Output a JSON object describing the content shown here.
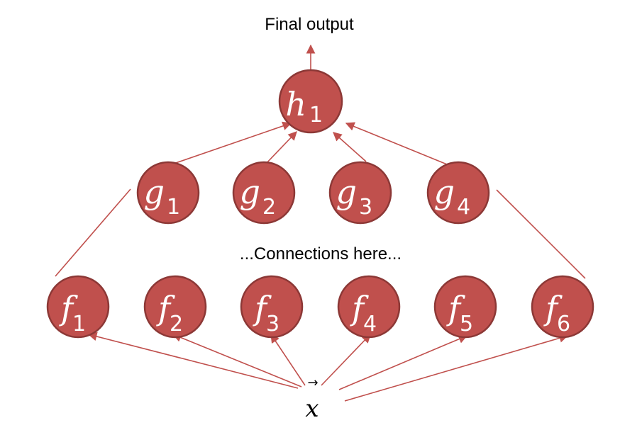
{
  "diagram": {
    "title": "Final output",
    "middle_note": "...Connections here...",
    "input": {
      "symbol": "x",
      "arrow": "→"
    },
    "nodes": {
      "h1": {
        "letter": "h",
        "sub": "1"
      },
      "g1": {
        "letter": "g",
        "sub": "1"
      },
      "g2": {
        "letter": "g",
        "sub": "2"
      },
      "g3": {
        "letter": "g",
        "sub": "3"
      },
      "g4": {
        "letter": "g",
        "sub": "4"
      },
      "f1": {
        "letter": "f",
        "sub": "1"
      },
      "f2": {
        "letter": "f",
        "sub": "2"
      },
      "f3": {
        "letter": "f",
        "sub": "3"
      },
      "f4": {
        "letter": "f",
        "sub": "4"
      },
      "f5": {
        "letter": "f",
        "sub": "5"
      },
      "f6": {
        "letter": "f",
        "sub": "6"
      }
    },
    "colors": {
      "node_fill": "#c0504d",
      "node_stroke": "#8c3836",
      "edge": "#c0504d"
    }
  }
}
